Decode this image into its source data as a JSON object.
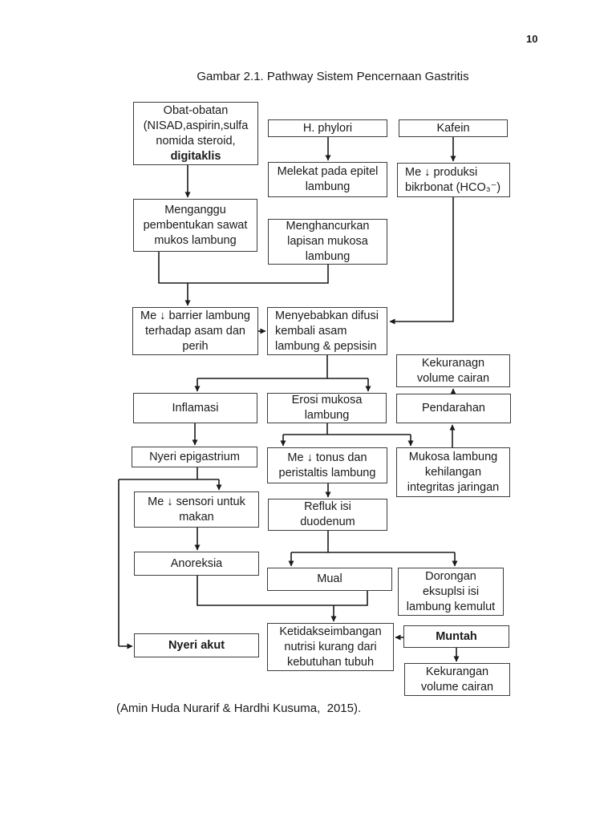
{
  "page": {
    "number": "10",
    "title": "Gambar 2.1. Pathway Sistem Pencernaan Gastritis",
    "caption": "(Amin Huda Nurarif & Hardhi Kusuma,  2015)."
  },
  "diagram": {
    "line_color": "#1a1a1a",
    "nodes": {
      "obat": {
        "text": "Obat-obatan\n(NISAD,aspirin,sulfa\nnomida steroid,",
        "bold_text": "digitaklis"
      },
      "h_phylori": {
        "text": "H. phylori"
      },
      "kafein": {
        "text": "Kafein"
      },
      "melekat": {
        "text": "Melekat pada epitel\nlambung"
      },
      "me_produksi": {
        "text": "Me ↓ produksi\nbikrbonat  (HCO₃⁻)"
      },
      "menganggu": {
        "text": "Menganggu\npembentukan sawat\nmukos lambung"
      },
      "menghancurkan": {
        "text": "Menghancurkan\nlapisan mukosa\nlambung"
      },
      "me_barrier": {
        "text": "Me ↓ barrier lambung\nterhadap asam dan\nperih"
      },
      "menyebabkan": {
        "text": "Menyebabkan difusi\nkembali asam\nlambung & pepsisin"
      },
      "kekuranagn": {
        "text": "Kekuranagn\nvolume cairan"
      },
      "inflamasi": {
        "text": "Inflamasi"
      },
      "erosi": {
        "text": "Erosi mukosa\nlambung"
      },
      "pendarahan": {
        "text": "Pendarahan"
      },
      "nyeri_epigastrium": {
        "text": "Nyeri epigastrium"
      },
      "me_tonus": {
        "text": "Me ↓ tonus dan\nperistaltis lambung"
      },
      "mukosa": {
        "text": "Mukosa lambung\nkehilangan\nintegritas jaringan"
      },
      "me_sensori": {
        "text": "Me ↓  sensori untuk\nmakan"
      },
      "refluk": {
        "text": "Refluk isi\nduodenum"
      },
      "anoreksia": {
        "text": "Anoreksia"
      },
      "mual": {
        "text": "Mual"
      },
      "dorongan": {
        "text": "Dorongan\neksuplsi isi\nlambung kemulut"
      },
      "nyeri_akut": {
        "text": "Nyeri akut"
      },
      "ketidakseimbangan": {
        "text": "Ketidakseimbangan\nnutrisi kurang dari\nkebutuhan tubuh"
      },
      "muntah": {
        "text": "Muntah"
      },
      "kekurangan": {
        "text": "Kekurangan\nvolume cairan"
      }
    }
  }
}
